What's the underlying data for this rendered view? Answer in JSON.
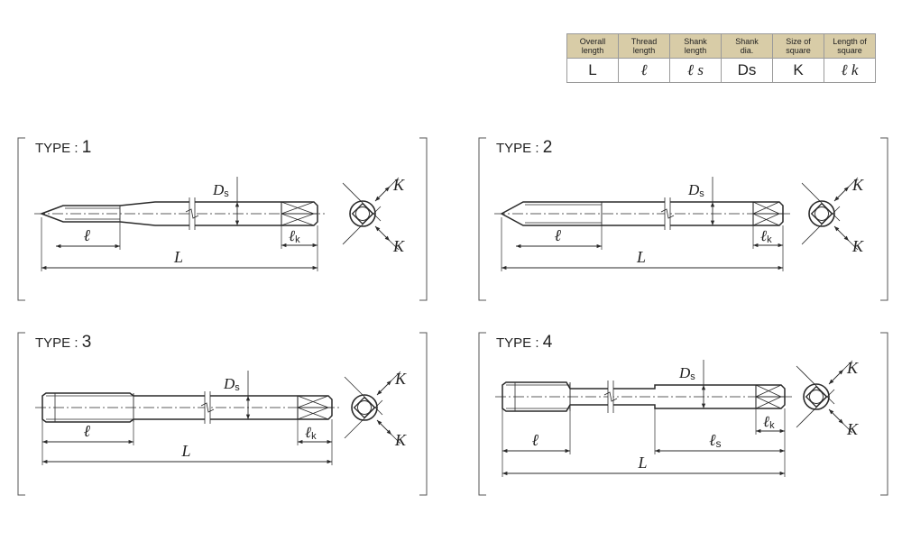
{
  "legend": {
    "headers": [
      "Overall length",
      "Thread length",
      "Shank length",
      "Shank dia.",
      "Size of square",
      "Length of square"
    ],
    "header_lines": [
      [
        "Overall",
        "length"
      ],
      [
        "Thread",
        "length"
      ],
      [
        "Shank",
        "length"
      ],
      [
        "Shank",
        "dia."
      ],
      [
        "Size of",
        "square"
      ],
      [
        "Length of",
        "square"
      ]
    ],
    "symbols": [
      "L",
      "ℓ",
      "ℓ s",
      "Ds",
      "K",
      "ℓ k"
    ]
  },
  "panels": [
    {
      "type_prefix": "TYPE",
      "type_number": "1",
      "labels": {
        "overall": "L",
        "thread": "ℓ",
        "square_len": "ℓ",
        "square_len_sub": "k",
        "shank_dia": "D",
        "shank_dia_sub": "s",
        "square_size": "K"
      }
    },
    {
      "type_prefix": "TYPE",
      "type_number": "2",
      "labels": {
        "overall": "L",
        "thread": "ℓ",
        "square_len": "ℓ",
        "square_len_sub": "k",
        "shank_dia": "D",
        "shank_dia_sub": "s",
        "square_size": "K"
      }
    },
    {
      "type_prefix": "TYPE",
      "type_number": "3",
      "labels": {
        "overall": "L",
        "thread": "ℓ",
        "square_len": "ℓ",
        "square_len_sub": "k",
        "shank_dia": "D",
        "shank_dia_sub": "s",
        "square_size": "K"
      }
    },
    {
      "type_prefix": "TYPE",
      "type_number": "4",
      "labels": {
        "overall": "L",
        "thread": "ℓ",
        "square_len": "ℓ",
        "square_len_sub": "k",
        "shank_dia": "D",
        "shank_dia_sub": "s",
        "square_size": "K",
        "shank_len": "ℓ",
        "shank_len_sub": "s"
      }
    }
  ],
  "colors": {
    "line": "#2a2a2a",
    "header_bg": "#d8cca7",
    "border": "#9a9a9a"
  }
}
